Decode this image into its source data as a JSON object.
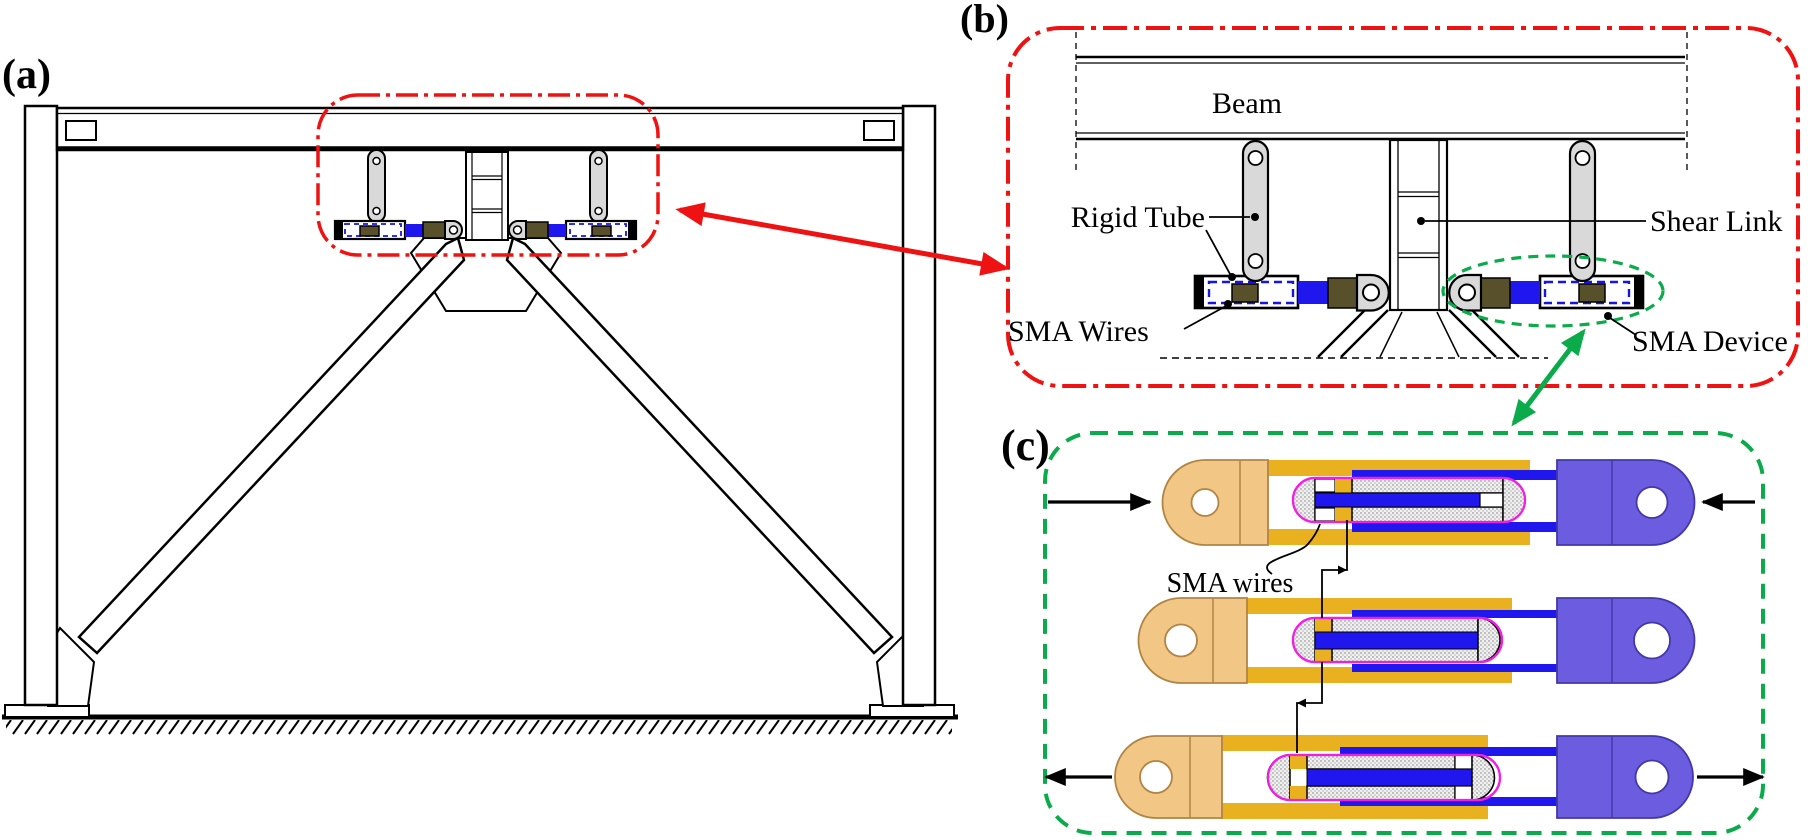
{
  "figure": {
    "panel_a_label": "(a)",
    "panel_b_label": "(b)",
    "panel_c_label": "(c)"
  },
  "panel_b": {
    "beam_label": "Beam",
    "rigid_tube_label": "Rigid Tube",
    "shear_link_label": "Shear Link",
    "sma_wires_label": "SMA Wires",
    "sma_device_label": "SMA Device"
  },
  "panel_c": {
    "sma_wires_label": "SMA wires"
  },
  "colors": {
    "red": "#ee1212",
    "green": "#0bab4c",
    "blue": "#2016ee",
    "dashed_blue": "#1515e6",
    "gold": "#e9b01f",
    "tan": "#f2c785",
    "tan_stroke": "#b08445",
    "purple": "#6b5ce0",
    "purple_stroke": "#4338a8",
    "magenta": "#f21fe3",
    "olive": "#57502a",
    "gray_fill": "#d9d9d9"
  }
}
